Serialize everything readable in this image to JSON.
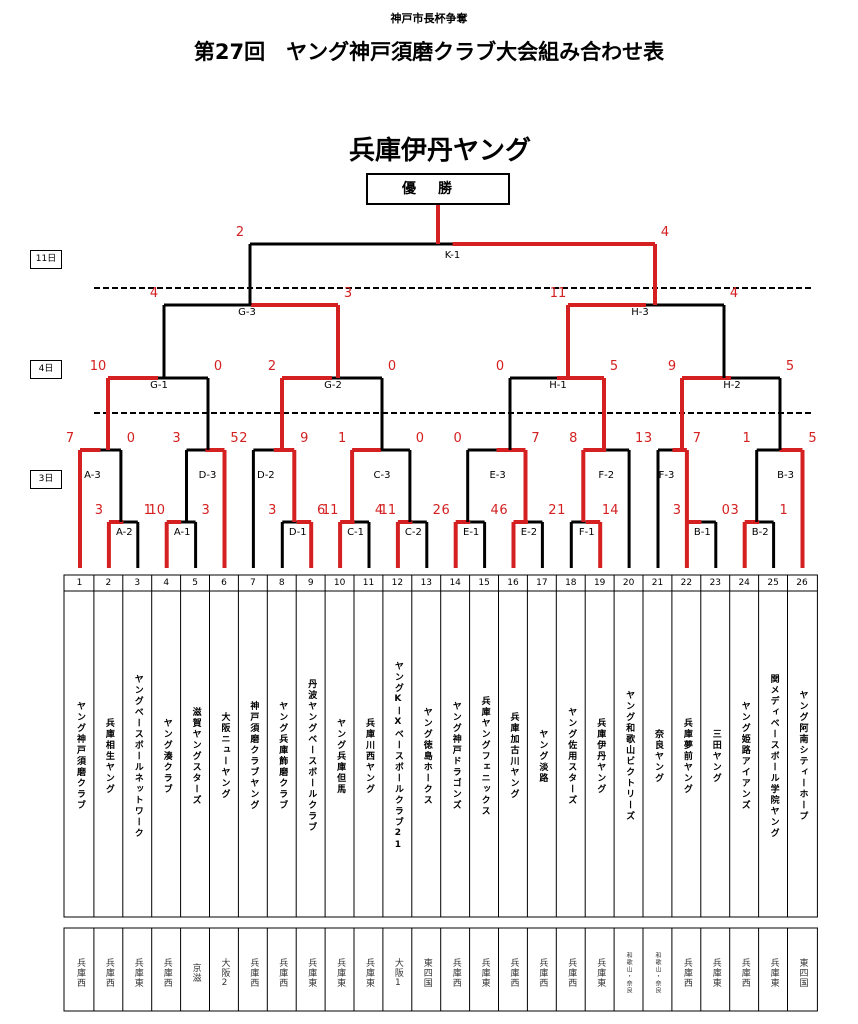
{
  "header": {
    "subtitle": "神戸市長杯争奪",
    "title": "第27回　ヤング神戸須磨クラブ大会組み合わせ表",
    "champion": "兵庫伊丹ヤング",
    "winner_box": "優勝"
  },
  "days": [
    "11日",
    "4日",
    "3日"
  ],
  "teams": [
    {
      "no": "1",
      "name": "ヤング神戸須磨クラブ",
      "region": "兵庫西"
    },
    {
      "no": "2",
      "name": "兵庫相生ヤング",
      "region": "兵庫西"
    },
    {
      "no": "3",
      "name": "ヤングベースボールネットワーク",
      "region": "兵庫東"
    },
    {
      "no": "4",
      "name": "ヤング湊クラブ",
      "region": "兵庫西"
    },
    {
      "no": "5",
      "name": "滋賀ヤングスターズ",
      "region": "京滋"
    },
    {
      "no": "6",
      "name": "大阪ニューヤング",
      "region": "大阪2"
    },
    {
      "no": "7",
      "name": "神戸須磨クラブヤング",
      "region": "兵庫西"
    },
    {
      "no": "8",
      "name": "ヤング兵庫飾磨クラブ",
      "region": "兵庫西"
    },
    {
      "no": "9",
      "name": "丹波ヤングベースボールクラブ",
      "region": "兵庫東"
    },
    {
      "no": "10",
      "name": "ヤング兵庫但馬",
      "region": "兵庫東"
    },
    {
      "no": "11",
      "name": "兵庫川西ヤング",
      "region": "兵庫東"
    },
    {
      "no": "12",
      "name": "ヤングKーXベースボールクラブ21",
      "region": "大阪1"
    },
    {
      "no": "13",
      "name": "ヤング徳島ホークス",
      "region": "東四国"
    },
    {
      "no": "14",
      "name": "ヤング神戸ドラゴンズ",
      "region": "兵庫西"
    },
    {
      "no": "15",
      "name": "兵庫ヤングフェニックス",
      "region": "兵庫東"
    },
    {
      "no": "16",
      "name": "兵庫加古川ヤング",
      "region": "兵庫西"
    },
    {
      "no": "17",
      "name": "ヤング淡路",
      "region": "兵庫西"
    },
    {
      "no": "18",
      "name": "ヤング佐用スターズ",
      "region": "兵庫西"
    },
    {
      "no": "19",
      "name": "兵庫伊丹ヤング",
      "region": "兵庫東"
    },
    {
      "no": "20",
      "name": "ヤング和歌山ビクトリーズ",
      "region": "和歌山・奈良"
    },
    {
      "no": "21",
      "name": "奈良ヤング",
      "region": "和歌山・奈良"
    },
    {
      "no": "22",
      "name": "兵庫夢前ヤング",
      "region": "兵庫西"
    },
    {
      "no": "23",
      "name": "三田ヤング",
      "region": "兵庫東"
    },
    {
      "no": "24",
      "name": "ヤング姫路アイアンズ",
      "region": "兵庫西"
    },
    {
      "no": "25",
      "name": "関メディベースボール学院ヤング",
      "region": "兵庫東"
    },
    {
      "no": "26",
      "name": "ヤング阿南シティーホープ",
      "region": "東四国"
    }
  ],
  "matches": [
    {
      "id": "A-1",
      "label": "A-1",
      "score_l": "10",
      "score_r": "3"
    },
    {
      "id": "A-2",
      "label": "A-2",
      "score_l": "3",
      "score_r": "1"
    },
    {
      "id": "A-3",
      "label": "A-3",
      "score_l": "7",
      "score_r": "0"
    },
    {
      "id": "D-3",
      "label": "D-3",
      "score_l": "3",
      "score_r": "5"
    },
    {
      "id": "D-1",
      "label": "D-1",
      "score_l": "3",
      "score_r": "6"
    },
    {
      "id": "D-2",
      "label": "D-2",
      "score_l": "2",
      "score_r": "9"
    },
    {
      "id": "C-1",
      "label": "C-1",
      "score_l": "11",
      "score_r": "4"
    },
    {
      "id": "C-2",
      "label": "C-2",
      "score_l": "11",
      "score_r": "2"
    },
    {
      "id": "C-3",
      "label": "C-3",
      "score_l": "1",
      "score_r": "0"
    },
    {
      "id": "E-1",
      "label": "E-1",
      "score_l": "6",
      "score_r": "4"
    },
    {
      "id": "E-2",
      "label": "E-2",
      "score_l": "6",
      "score_r": "2"
    },
    {
      "id": "E-3",
      "label": "E-3",
      "score_l": "0",
      "score_r": "7"
    },
    {
      "id": "F-1",
      "label": "F-1",
      "score_l": "1",
      "score_r": "14"
    },
    {
      "id": "F-2",
      "label": "F-2",
      "score_l": "8",
      "score_r": "1"
    },
    {
      "id": "F-3",
      "label": "F-3",
      "score_l": "3",
      "score_r": "7"
    },
    {
      "id": "B-1",
      "label": "B-1",
      "score_l": "3",
      "score_r": "0"
    },
    {
      "id": "B-2",
      "label": "B-2",
      "score_l": "3",
      "score_r": "1"
    },
    {
      "id": "B-3",
      "label": "B-3",
      "score_l": "1",
      "score_r": "5"
    },
    {
      "id": "G-1",
      "label": "G-1",
      "score_l": "10",
      "score_r": "0"
    },
    {
      "id": "G-2",
      "label": "G-2",
      "score_l": "2",
      "score_r": "0"
    },
    {
      "id": "H-1",
      "label": "H-1",
      "score_l": "0",
      "score_r": "5"
    },
    {
      "id": "H-2",
      "label": "H-2",
      "score_l": "9",
      "score_r": "5"
    },
    {
      "id": "G-3",
      "label": "G-3",
      "score_l": "4",
      "score_r": "3"
    },
    {
      "id": "H-3",
      "label": "H-3",
      "score_l": "11",
      "score_r": "4"
    },
    {
      "id": "K-1",
      "label": "K-1",
      "score_l": "2",
      "score_r": "4"
    }
  ],
  "colors": {
    "winner_line": "#d42020",
    "line": "#000000",
    "score": "#d42020"
  }
}
